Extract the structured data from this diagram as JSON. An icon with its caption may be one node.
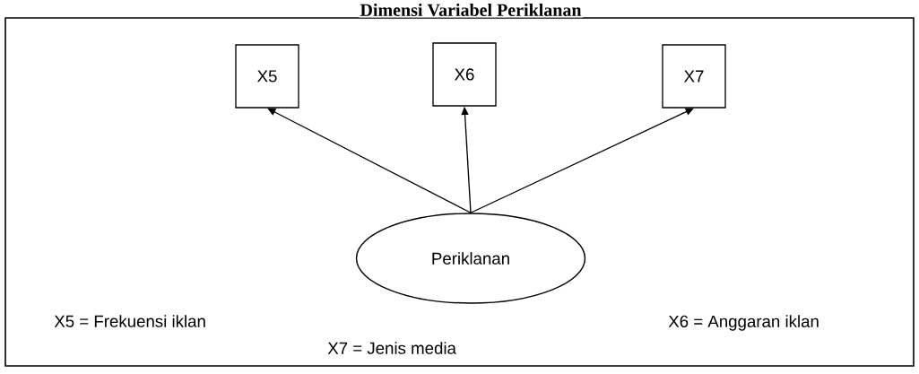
{
  "diagram": {
    "title": "Dimensi Variabel Periklanan",
    "nodes": [
      {
        "text": [
          "X5"
        ]
      },
      {
        "text": [
          "X6"
        ]
      },
      {
        "text": [
          "X7"
        ]
      },
      {
        "text": [
          "Periklanan"
        ]
      }
    ],
    "edges": [
      {
        "from": 3,
        "to": 0,
        "arrow": "to"
      },
      {
        "from": 3,
        "to": 1,
        "arrow": "to"
      },
      {
        "from": 3,
        "to": 2,
        "arrow": "to"
      }
    ],
    "labels": [
      "X5 = Frekuensi iklan",
      "X7 = Jenis media",
      "X6 = Anggaran iklan"
    ]
  }
}
